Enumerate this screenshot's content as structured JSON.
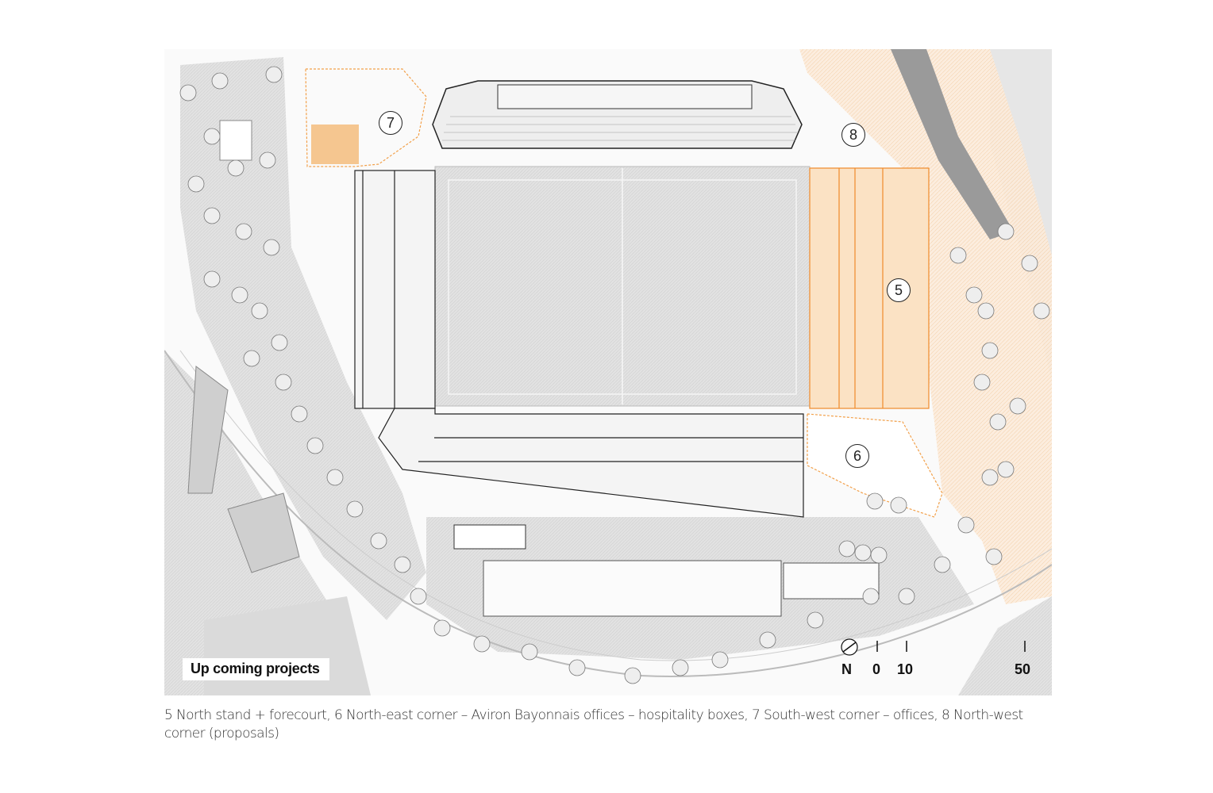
{
  "plan": {
    "legend_label": "Up coming projects",
    "north_label": "N",
    "scale_ticks": [
      "0",
      "10",
      "50"
    ],
    "markers": [
      "5",
      "6",
      "7",
      "8"
    ],
    "colors": {
      "proposal_orange": "#f2a04a",
      "proposal_fill": "#fbe6cf",
      "pitch": "#e8e8e8",
      "ground": "#dcdcdc",
      "road": "#8f8f8f"
    }
  },
  "caption": {
    "text": "5 North stand + forecourt, 6 North-east corner – Aviron Bayonnais offices – hospitality boxes, 7 South-west corner – offices, 8 North-west corner (proposals)"
  }
}
